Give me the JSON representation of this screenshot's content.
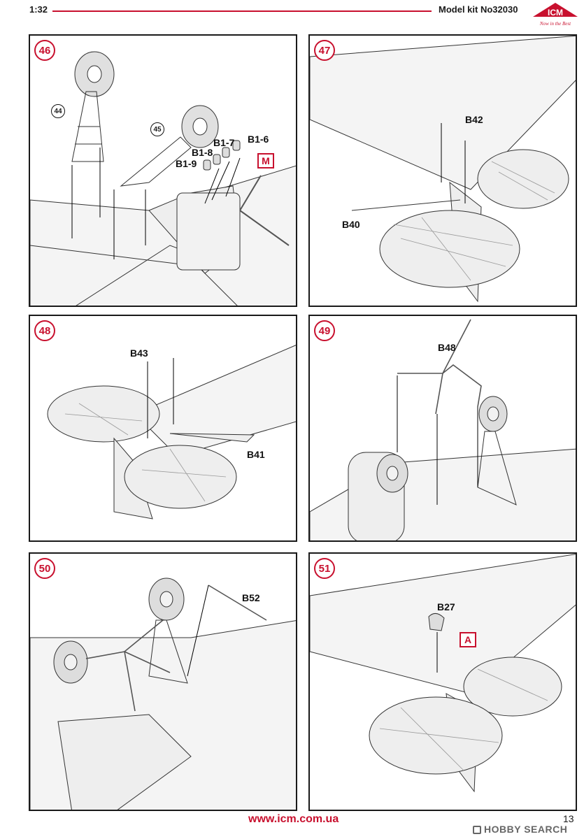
{
  "header": {
    "scale": "1:32",
    "kit": "Model kit No32030",
    "brand": "ICM",
    "brand_tagline": "Now in the Best"
  },
  "accent_color": "#c8102e",
  "steps": [
    {
      "number": "46",
      "subassemblies": [
        "44",
        "45"
      ],
      "parts": [
        "B1-7",
        "B1-6",
        "B1-8",
        "B1-9"
      ],
      "paint": "M"
    },
    {
      "number": "47",
      "parts": [
        "B42",
        "B40"
      ]
    },
    {
      "number": "48",
      "parts": [
        "B43",
        "B41"
      ]
    },
    {
      "number": "49",
      "parts": [
        "B48"
      ]
    },
    {
      "number": "50",
      "parts": [
        "B52"
      ]
    },
    {
      "number": "51",
      "parts": [
        "B27"
      ],
      "paint": "A"
    }
  ],
  "footer": {
    "url": "www.icm.com.ua",
    "page": "13",
    "watermark": "HOBBY SEARCH"
  }
}
